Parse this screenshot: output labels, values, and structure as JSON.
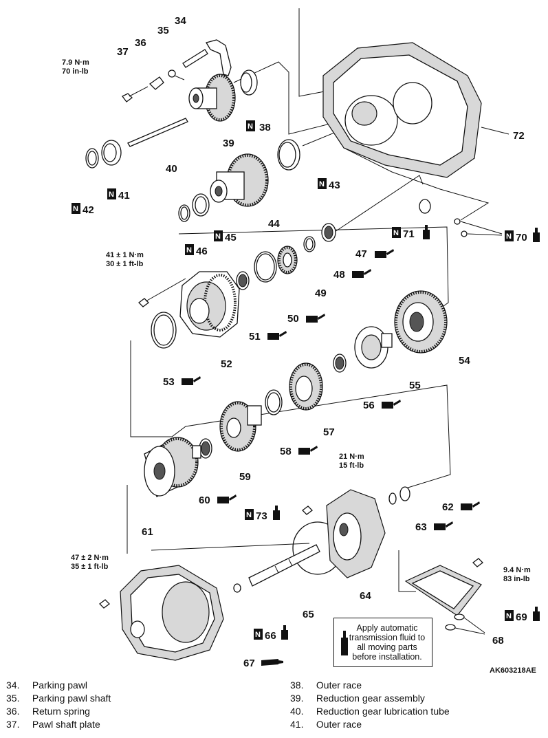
{
  "doc_code": "AK603218AE",
  "note": "Apply automatic transmission fluid to all moving parts before installation.",
  "callouts": {
    "n34": "34",
    "n35": "35",
    "n36": "36",
    "n37": "37",
    "n38": "38",
    "n39": "39",
    "n40": "40",
    "n41": "41",
    "n42": "42",
    "n43": "43",
    "n44": "44",
    "n45": "45",
    "n46": "46",
    "n47": "47",
    "n48": "48",
    "n49": "49",
    "n50": "50",
    "n51": "51",
    "n52": "52",
    "n53": "53",
    "n54": "54",
    "n55": "55",
    "n56": "56",
    "n57": "57",
    "n58": "58",
    "n59": "59",
    "n60": "60",
    "n61": "61",
    "n62": "62",
    "n63": "63",
    "n64": "64",
    "n65": "65",
    "n66": "66",
    "n67": "67",
    "n68": "68",
    "n69": "69",
    "n70": "70",
    "n71": "71",
    "n72": "72",
    "n73": "73"
  },
  "new_part_mark": "N",
  "torques": {
    "t37_a": "7.9 N·m",
    "t37_b": "70 in-lb",
    "t52_a": "41 ± 1 N·m",
    "t52_b": "30 ± 1 ft-lb",
    "t64_a": "21 N·m",
    "t64_b": "15 ft-lb",
    "t67_a": "47 ± 2 N·m",
    "t67_b": "35 ± 1 ft-lb",
    "t69_a": "9.4 N·m",
    "t69_b": "83 in-lb"
  },
  "legend": {
    "left": [
      {
        "num": "34.",
        "name": "Parking pawl"
      },
      {
        "num": "35.",
        "name": "Parking pawl shaft"
      },
      {
        "num": "36.",
        "name": "Return spring"
      },
      {
        "num": "37.",
        "name": "Pawl shaft plate"
      }
    ],
    "right": [
      {
        "num": "38.",
        "name": "Outer race"
      },
      {
        "num": "39.",
        "name": "Reduction gear assembly"
      },
      {
        "num": "40.",
        "name": "Reduction gear lubrication tube"
      },
      {
        "num": "41.",
        "name": "Outer race"
      }
    ]
  }
}
